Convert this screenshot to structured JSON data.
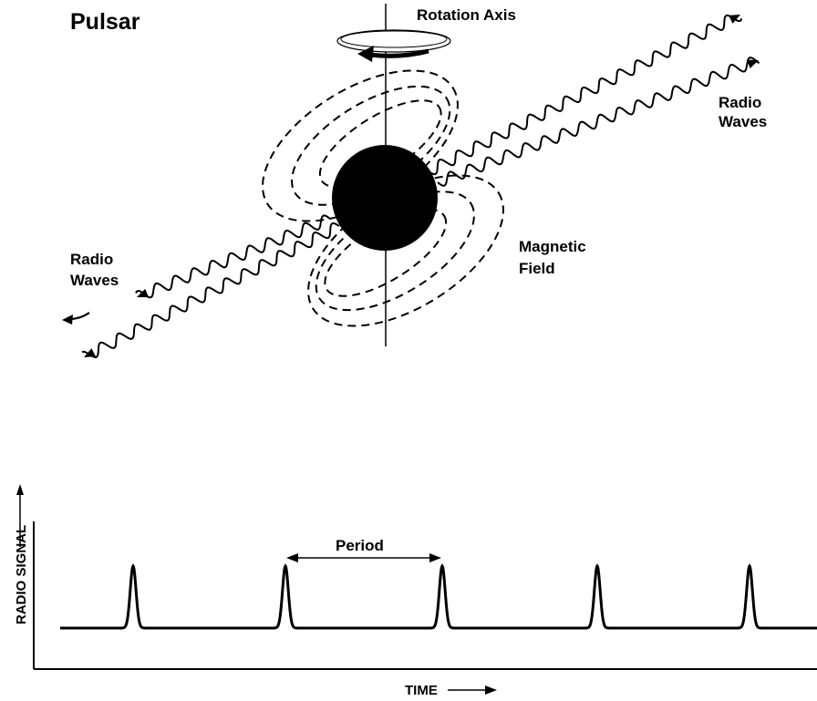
{
  "diagram": {
    "title": "Pulsar",
    "labels": {
      "rotation_axis": "Rotation Axis",
      "radio_waves_right": [
        "Radio",
        "Waves"
      ],
      "radio_waves_left": [
        "Radio",
        "Waves"
      ],
      "magnetic_field": [
        "Magnetic",
        "Field"
      ]
    },
    "icons": [
      "rotation-arrow-icon",
      "arrowhead-icon"
    ]
  },
  "signal_plot": {
    "y_label": "RADIO SIGNAL",
    "x_label": "TIME",
    "period_label": "Period",
    "pulse_count": 5
  },
  "colors": {
    "ink": "#000000",
    "background": "#ffffff"
  }
}
